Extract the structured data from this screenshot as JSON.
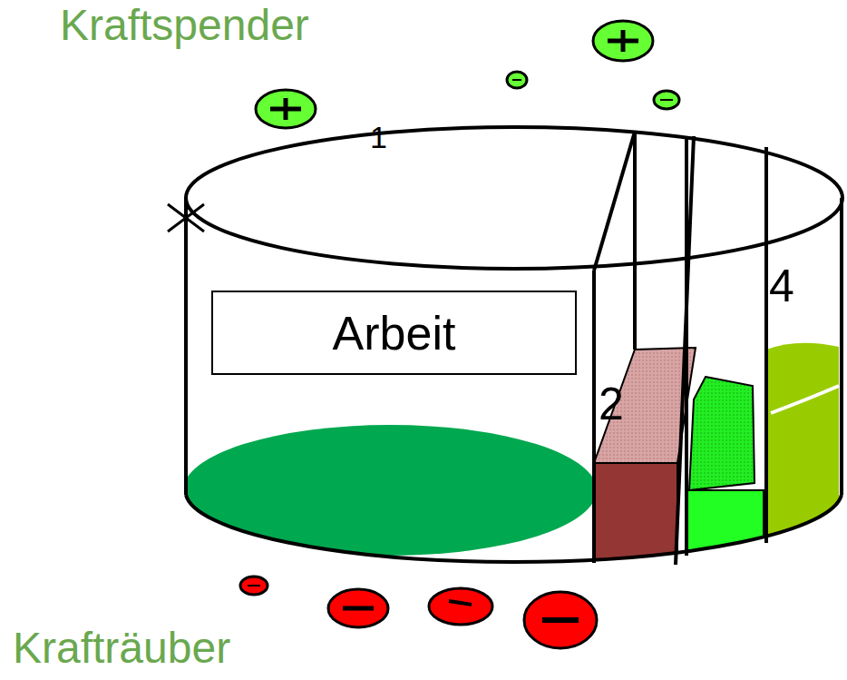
{
  "diagram": {
    "nodes": [
      {
        "text": [
          "Arbeit"
        ]
      }
    ],
    "labels": [
      "Kraftspender",
      "1",
      "2",
      "4",
      "Krafträuber"
    ]
  }
}
